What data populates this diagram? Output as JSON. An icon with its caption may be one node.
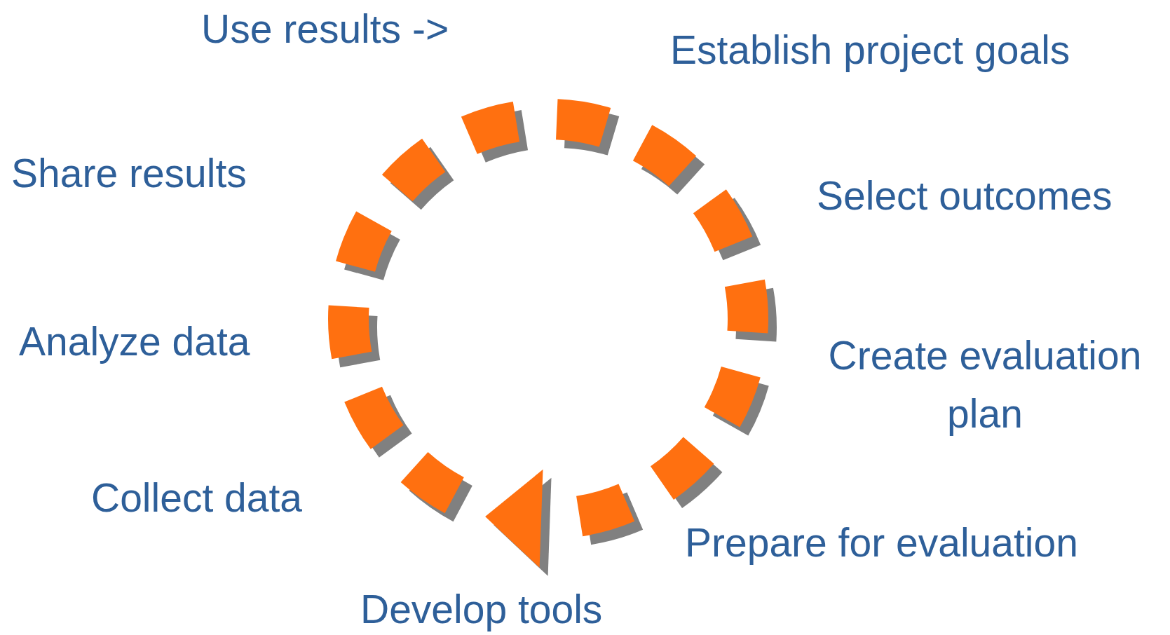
{
  "diagram": {
    "labels": [
      "Use results ->",
      "Establish project goals",
      "Share results",
      "Select outcomes",
      "Analyze data",
      "Create evaluation plan",
      "Collect data",
      "Prepare for evaluation",
      "Develop tools"
    ]
  }
}
